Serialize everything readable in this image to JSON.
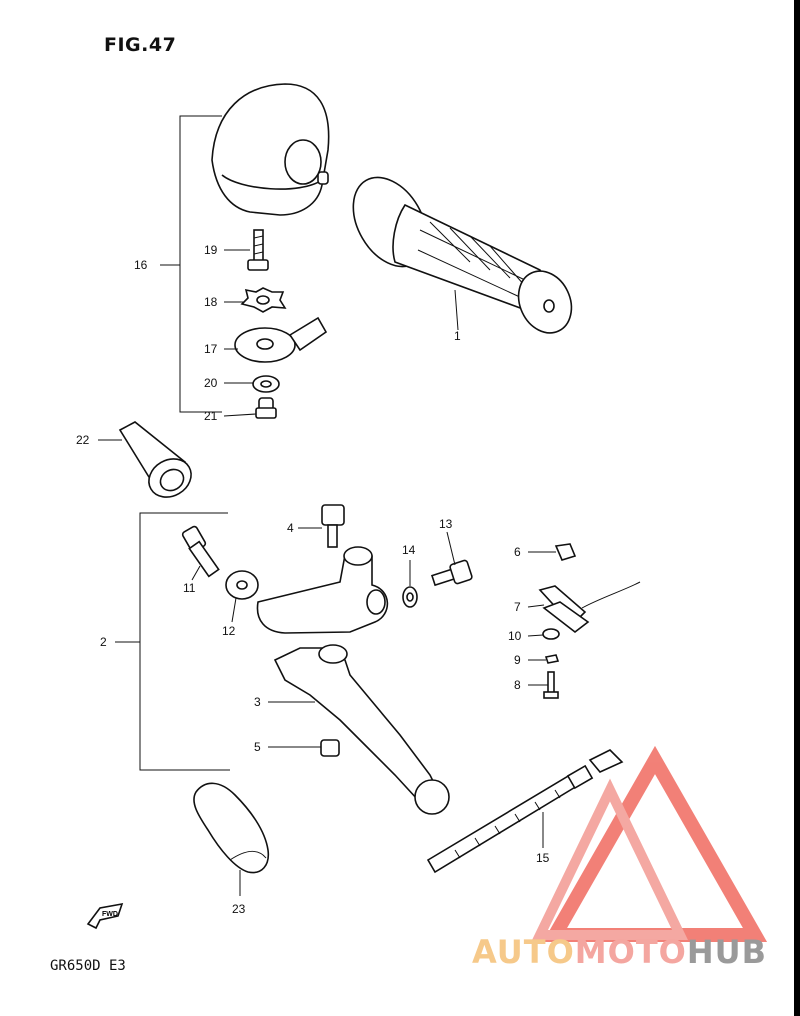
{
  "figure_title": "FIG.47",
  "model_code": "GR650D E3",
  "fwd_label": "FWD",
  "watermark": {
    "part1": "AUTO",
    "part2": "MOTO",
    "part3": "HUB"
  },
  "callouts": {
    "p1": "1",
    "p2": "2",
    "p3": "3",
    "p4": "4",
    "p5": "5",
    "p6": "6",
    "p7": "7",
    "p8": "8",
    "p9": "9",
    "p10": "10",
    "p11": "11",
    "p12": "12",
    "p13": "13",
    "p14": "14",
    "p15": "15",
    "p16": "16",
    "p17": "17",
    "p18": "18",
    "p19": "19",
    "p20": "20",
    "p21": "21",
    "p22": "22",
    "p23": "23"
  },
  "colors": {
    "watermark_red": "#f06b60",
    "watermark_orange": "#f6c98a",
    "watermark_gray": "#9a9a9a"
  }
}
